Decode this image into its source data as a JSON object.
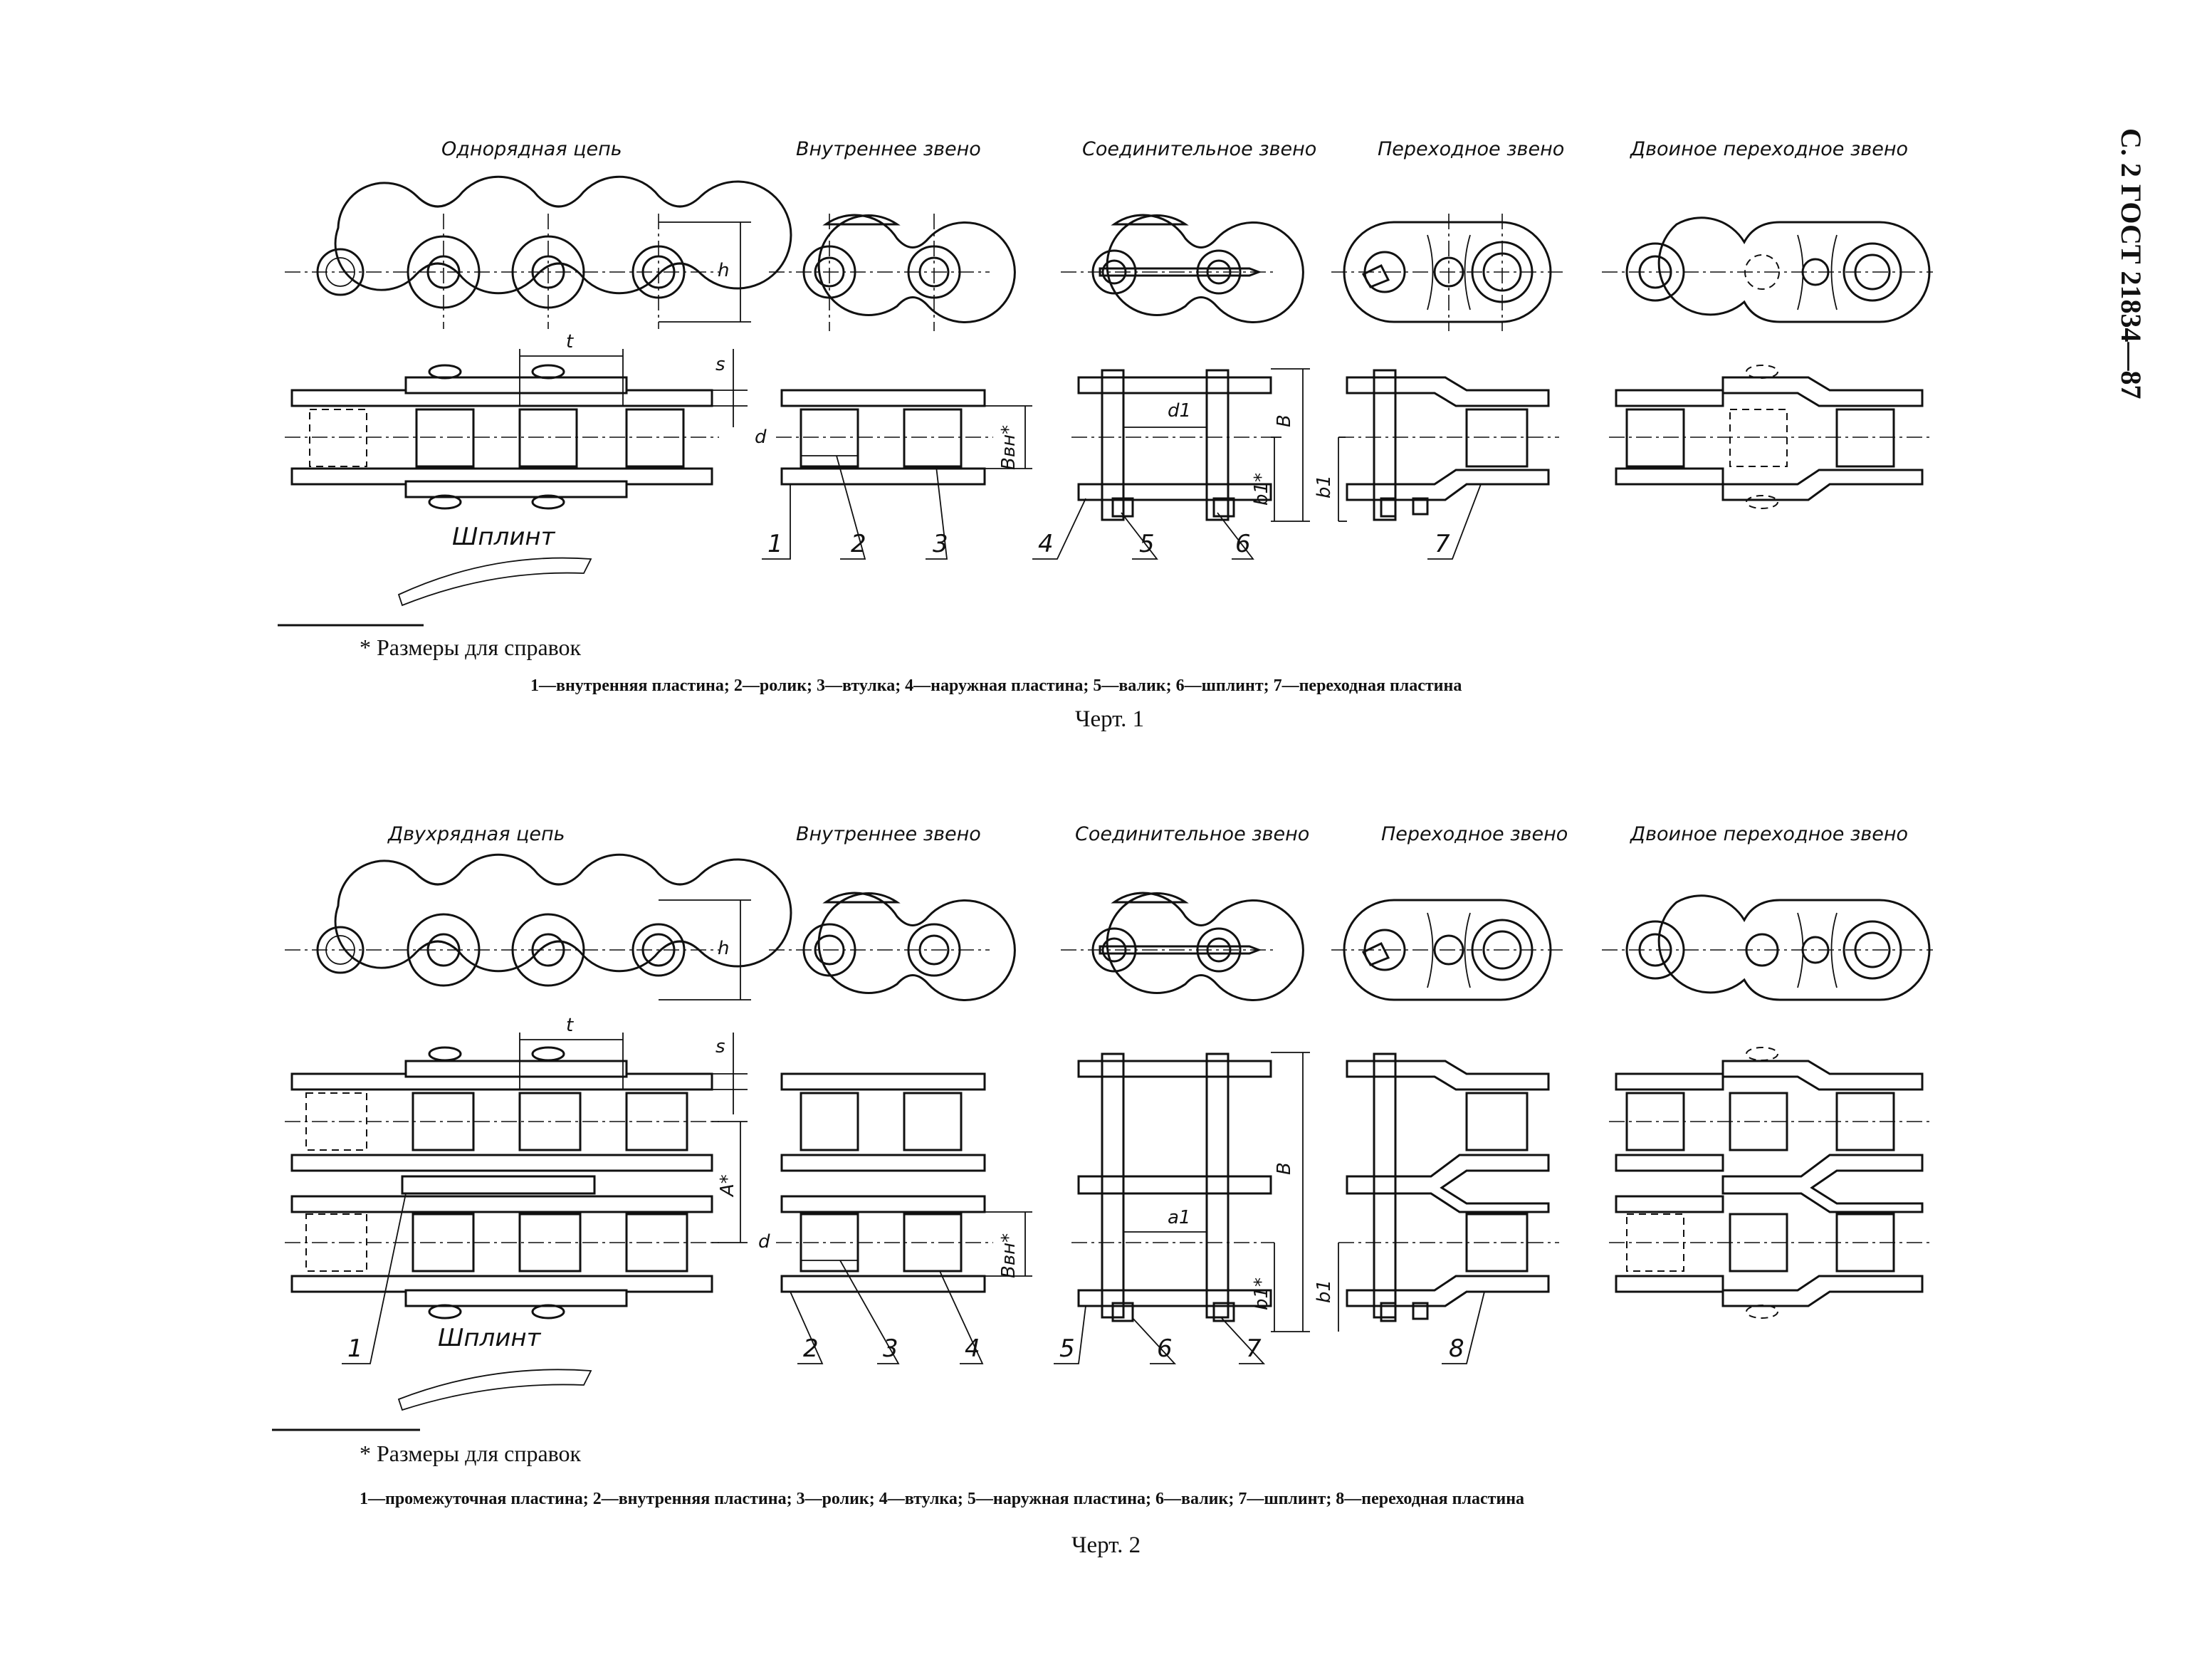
{
  "page": {
    "header": "С. 2 ГОСТ 21834—87"
  },
  "drawing1": {
    "titles": {
      "single_chain": "Однорядная цепь",
      "inner_link": "Внутреннее звено",
      "connecting_link": "Соединительное звено",
      "transition_link": "Переходное звено",
      "double_transition_link": "Двоиное переходное звено"
    },
    "dims": {
      "h": "h",
      "t": "t",
      "s": "s",
      "d": "d",
      "bvn": "Bвн*",
      "d1": "d1",
      "B": "B",
      "b1a": "b1*",
      "b1b": "b1"
    },
    "cotter_label": "Шплинт",
    "callouts": [
      "1",
      "2",
      "3",
      "4",
      "5",
      "6",
      "7"
    ],
    "footnote": "* Размеры для справок",
    "legend": "1—внутренняя пластина; 2—ролик; 3—втулка; 4—наружная пластина; 5—валик; 6—шплинт; 7—переходная пластина",
    "caption": "Черт. 1"
  },
  "drawing2": {
    "titles": {
      "double_chain": "Двухрядная цепь",
      "inner_link": "Внутреннее звено",
      "connecting_link": "Соединительное звено",
      "transition_link": "Переходное звено",
      "double_transition_link": "Двоиное переходное звено"
    },
    "dims": {
      "h": "h",
      "t": "t",
      "s": "s",
      "A": "A*",
      "d": "d",
      "bvn": "Bвн*",
      "a1": "a1",
      "B": "B",
      "b1a": "b1*",
      "b1b": "b1"
    },
    "cotter_label": "Шплинт",
    "callouts": [
      "1",
      "2",
      "3",
      "4",
      "5",
      "6",
      "7",
      "8"
    ],
    "footnote": "* Размеры для справок",
    "legend": "1—промежуточная пластина; 2—внутренняя пластина; 3—ролик; 4—втулка; 5—наружная пластина; 6—валик; 7—шплинт; 8—переходная пластина",
    "caption": "Черт. 2"
  }
}
